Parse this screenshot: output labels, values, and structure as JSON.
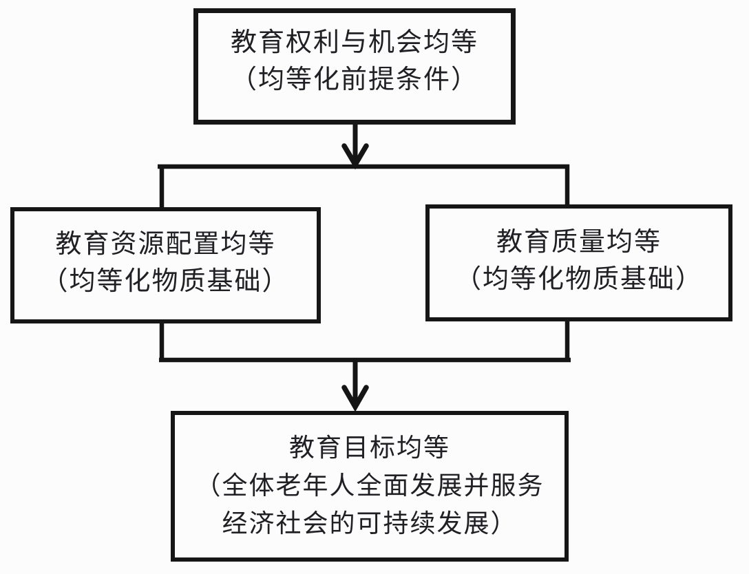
{
  "diagram": {
    "type": "flowchart",
    "colors": {
      "background": "#fcfcfc",
      "box_border": "#161616",
      "connector_line": "#151515",
      "text": "#1f1f24"
    },
    "nodes": {
      "top": {
        "lines": [
          "教育权利与机会均等",
          "（均等化前提条件）"
        ]
      },
      "left": {
        "lines": [
          "教育资源配置均等",
          "（均等化物质基础）"
        ]
      },
      "right": {
        "lines": [
          "教育质量均等",
          "（均等化物质基础）"
        ]
      },
      "bottom": {
        "lines": [
          "教育目标均等",
          "（全体老年人全面发展并服务",
          "经济社会的可持续发展）"
        ]
      }
    },
    "edges": [
      {
        "from": "top",
        "to": "left",
        "style": "arrow-split"
      },
      {
        "from": "top",
        "to": "right",
        "style": "arrow-split"
      },
      {
        "from": "left",
        "to": "bottom",
        "style": "merge-arrow"
      },
      {
        "from": "right",
        "to": "bottom",
        "style": "merge-arrow"
      }
    ]
  }
}
